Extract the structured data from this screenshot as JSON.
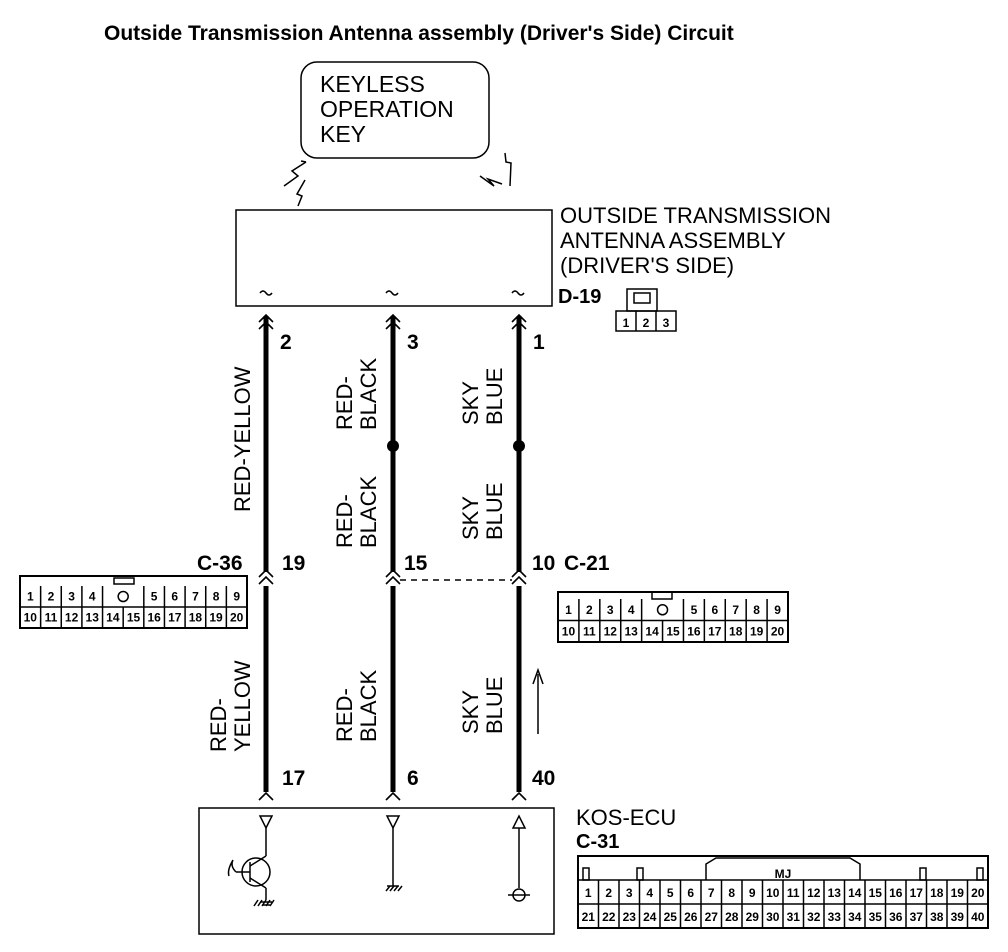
{
  "title": "Outside Transmission Antenna assembly (Driver's Side) Circuit",
  "key_box": {
    "lines": [
      "KEYLESS",
      "OPERATION",
      "KEY"
    ]
  },
  "antenna": {
    "lines": [
      "OUTSIDE TRANSMISSION",
      "ANTENNA ASSEMBLY",
      "(DRIVER'S SIDE)"
    ],
    "connector": "D-19",
    "pins": [
      "1",
      "2",
      "3"
    ]
  },
  "wires": {
    "left": {
      "top_pin": "2",
      "mid_pin": "19",
      "bottom_pin": "17",
      "upper_color": "RED-YELLOW",
      "lower_color_1": "RED-",
      "lower_color_2": "YELLOW"
    },
    "middle": {
      "top_pin": "3",
      "mid_pin": "15",
      "bottom_pin": "6",
      "color_1": "RED-",
      "color_2": "BLACK"
    },
    "right": {
      "top_pin": "1",
      "mid_pin": "10",
      "bottom_pin": "40",
      "color_1": "SKY",
      "color_2": "BLUE"
    }
  },
  "connector_c36": {
    "label": "C-36",
    "row1": [
      "1",
      "2",
      "3",
      "4",
      "5",
      "6",
      "7",
      "8",
      "9"
    ],
    "row2": [
      "10",
      "11",
      "12",
      "13",
      "14",
      "15",
      "16",
      "17",
      "18",
      "19",
      "20"
    ]
  },
  "connector_c21": {
    "label": "C-21",
    "row1": [
      "1",
      "2",
      "3",
      "4",
      "5",
      "6",
      "7",
      "8",
      "9"
    ],
    "row2": [
      "10",
      "11",
      "12",
      "13",
      "14",
      "15",
      "16",
      "17",
      "18",
      "19",
      "20"
    ]
  },
  "ecu": {
    "name": "KOS-ECU",
    "connector": "C-31",
    "tab_label": "MJ",
    "row1": [
      "1",
      "2",
      "3",
      "4",
      "5",
      "6",
      "7",
      "8",
      "9",
      "10",
      "11",
      "12",
      "13",
      "14",
      "15",
      "16",
      "17",
      "18",
      "19",
      "20"
    ],
    "row2": [
      "21",
      "22",
      "23",
      "24",
      "25",
      "26",
      "27",
      "28",
      "29",
      "30",
      "31",
      "32",
      "33",
      "34",
      "35",
      "36",
      "37",
      "38",
      "39",
      "40"
    ]
  }
}
